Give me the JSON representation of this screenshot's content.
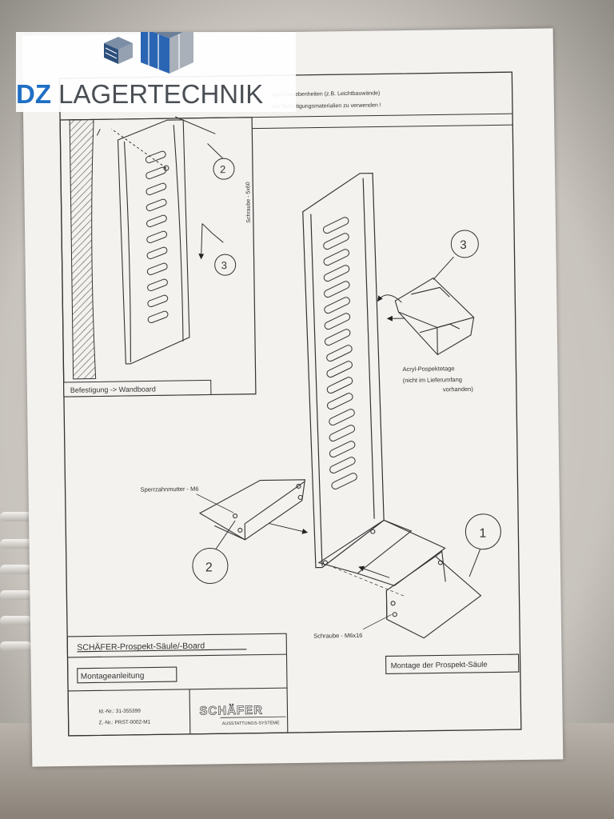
{
  "logo": {
    "brand_bold": "DZ",
    "brand_rest": " LAGERTECHNIK",
    "colors": {
      "blue": "#1f6fc5",
      "gray": "#4a4f55"
    }
  },
  "sheet": {
    "note_line_1": "igen Gegebenheiten (z.B. Leichtbauwände)",
    "note_line_2": "ete Befestigungsmaterialien zu verwenden !",
    "inset_caption": "Befestigung -> Wandboard",
    "screw_5x60": "Schraube - 5x60",
    "acryl_label_1": "Acryl-Pospektetage",
    "acryl_label_2": "(nicht im Lieferumfang",
    "acryl_label_3": "vorhanden)",
    "nut_label": "Sperrzahnmutter - M6",
    "screw_m6": "Schraube - M6x16",
    "callout_1": "1",
    "callout_2": "2",
    "callout_3": "3"
  },
  "title_block": {
    "product": "SCHÄFER-Prospekt-Säule/-Board",
    "doc_type": "Montageanleitung",
    "section": "Montage der Prospekt-Säule",
    "id_nr": "Id.-Nr.: 31-355399",
    "z_nr": "Z.-Nr.: PRST-0002-M1",
    "maker_name": "SCHÄFER",
    "maker_sub": "AUSSTATTUNGS-SYSTEME"
  }
}
